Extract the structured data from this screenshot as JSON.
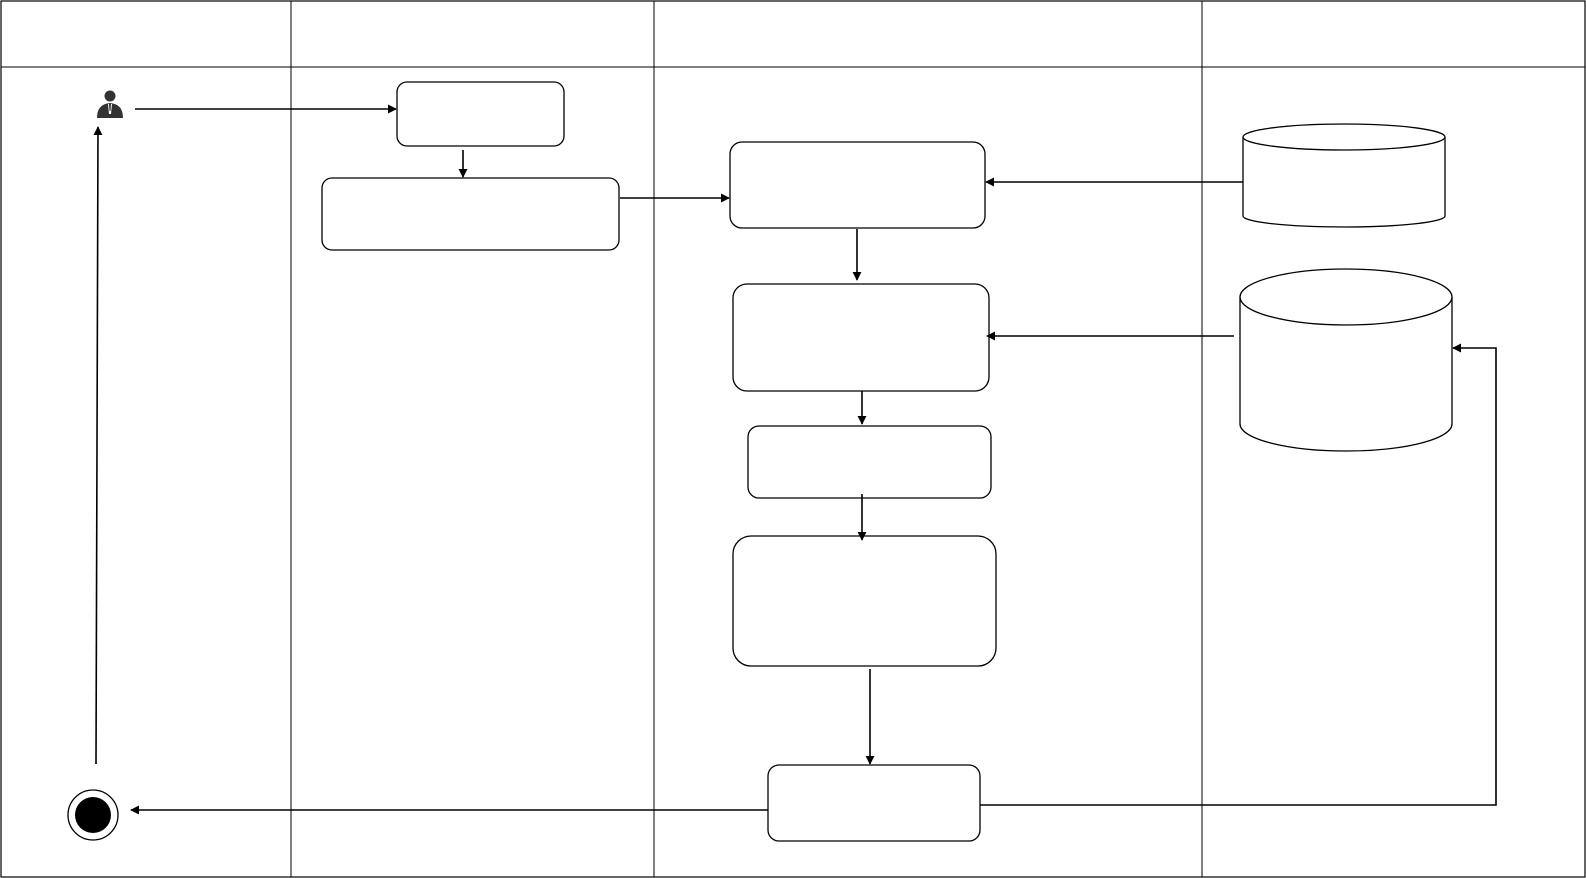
{
  "diagram": {
    "type": "swimlane-activity",
    "lanes": [
      {
        "id": "lane-1",
        "title": ""
      },
      {
        "id": "lane-2",
        "title": ""
      },
      {
        "id": "lane-3",
        "title": ""
      },
      {
        "id": "lane-4",
        "title": ""
      }
    ],
    "nodes": [
      {
        "id": "actor",
        "kind": "actor",
        "label": ""
      },
      {
        "id": "box-a",
        "kind": "activity",
        "label": ""
      },
      {
        "id": "box-b",
        "kind": "activity",
        "label": ""
      },
      {
        "id": "box-c",
        "kind": "activity",
        "label": ""
      },
      {
        "id": "box-d",
        "kind": "activity",
        "label": ""
      },
      {
        "id": "box-e",
        "kind": "activity",
        "label": ""
      },
      {
        "id": "box-f",
        "kind": "activity",
        "label": ""
      },
      {
        "id": "box-g",
        "kind": "activity",
        "label": ""
      },
      {
        "id": "db-1",
        "kind": "database",
        "label": ""
      },
      {
        "id": "db-2",
        "kind": "database",
        "label": ""
      },
      {
        "id": "end",
        "kind": "final-state",
        "label": ""
      }
    ],
    "edges": [
      {
        "from": "actor",
        "to": "box-a"
      },
      {
        "from": "box-a",
        "to": "box-b"
      },
      {
        "from": "box-b",
        "to": "box-c"
      },
      {
        "from": "db-1",
        "to": "box-c"
      },
      {
        "from": "box-c",
        "to": "box-d"
      },
      {
        "from": "db-2",
        "to": "box-d"
      },
      {
        "from": "box-d",
        "to": "box-e"
      },
      {
        "from": "box-e",
        "to": "box-f"
      },
      {
        "from": "box-f",
        "to": "box-g"
      },
      {
        "from": "box-g",
        "to": "end"
      },
      {
        "from": "box-g",
        "to": "db-2"
      },
      {
        "from": "end",
        "to": "actor"
      }
    ],
    "colors": {
      "stroke": "#000000",
      "background": "#ffffff"
    }
  }
}
